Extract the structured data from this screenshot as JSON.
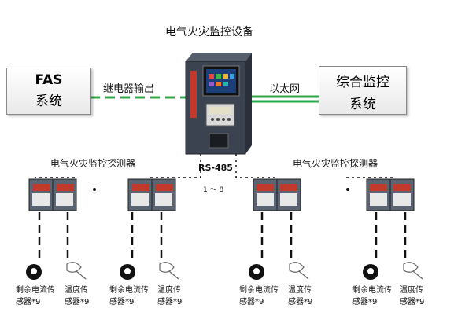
{
  "title": "电气火灾监控设备",
  "fas_box": {
    "line1": "FAS",
    "line2": "系统"
  },
  "monitor_box": {
    "line1": "综合监控",
    "line2": "系统"
  },
  "left_link_label": "继电器输出",
  "right_link_label": "以太网",
  "bus_label": "RS-485",
  "bus_range": "1 ～ 8",
  "detector_group_left": "电气火灾监控探测器",
  "detector_group_right": "电气火灾监控探测器",
  "sensors": [
    {
      "residual": "剩余电流传\n感器*9",
      "temp": "温度传\n感器*9"
    },
    {
      "residual": "剩余电流传\n感器*9",
      "temp": "温度传\n感器*9"
    },
    {
      "residual": "剩余电流传\n感器*9",
      "temp": "温度传\n感器*9"
    },
    {
      "residual": "剩余电流传\n感器*9",
      "temp": "温度传\n感器*9"
    }
  ],
  "colors": {
    "link_green": "#2fa84a",
    "device_body": "#3b4250",
    "detector_body": "#5a6472"
  }
}
